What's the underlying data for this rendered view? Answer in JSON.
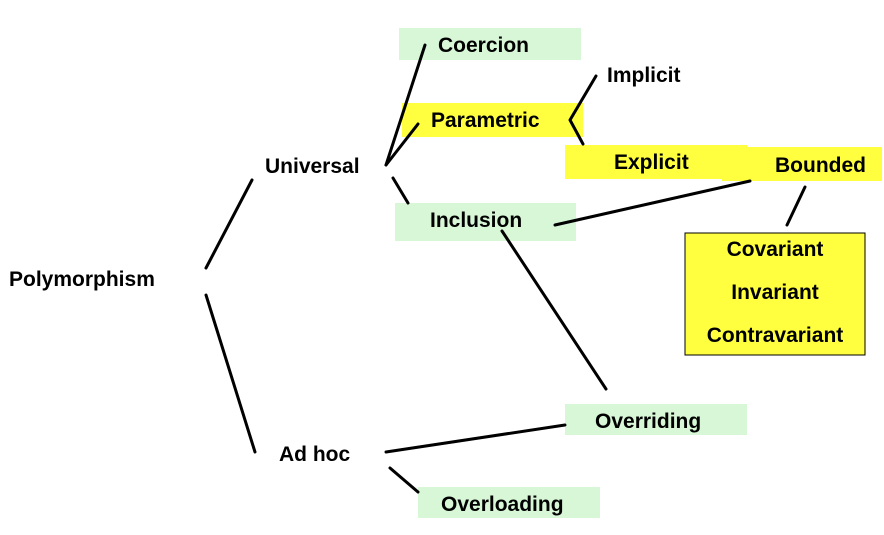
{
  "diagram": {
    "nodes": {
      "polymorphism": "Polymorphism",
      "universal": "Universal",
      "ad_hoc": "Ad hoc",
      "coercion": "Coercion",
      "parametric": "Parametric",
      "inclusion": "Inclusion",
      "implicit": "Implicit",
      "explicit": "Explicit",
      "bounded": "Bounded",
      "covariant": "Covariant",
      "invariant": "Invariant",
      "contravariant": "Contravariant",
      "overriding": "Overriding",
      "overloading": "Overloading"
    },
    "edges": [
      [
        "polymorphism",
        "universal"
      ],
      [
        "polymorphism",
        "ad_hoc"
      ],
      [
        "universal",
        "coercion"
      ],
      [
        "universal",
        "parametric"
      ],
      [
        "universal",
        "inclusion"
      ],
      [
        "parametric",
        "implicit"
      ],
      [
        "parametric",
        "explicit"
      ],
      [
        "inclusion",
        "bounded"
      ],
      [
        "inclusion",
        "overriding"
      ],
      [
        "bounded",
        "variance"
      ],
      [
        "ad_hoc",
        "overriding"
      ],
      [
        "ad_hoc",
        "overloading"
      ]
    ],
    "colors": {
      "green_box": "#d7f7d7",
      "yellow_box": "#ffff40",
      "yellow_border": "#000000",
      "line": "#000000",
      "text": "#000000"
    }
  }
}
